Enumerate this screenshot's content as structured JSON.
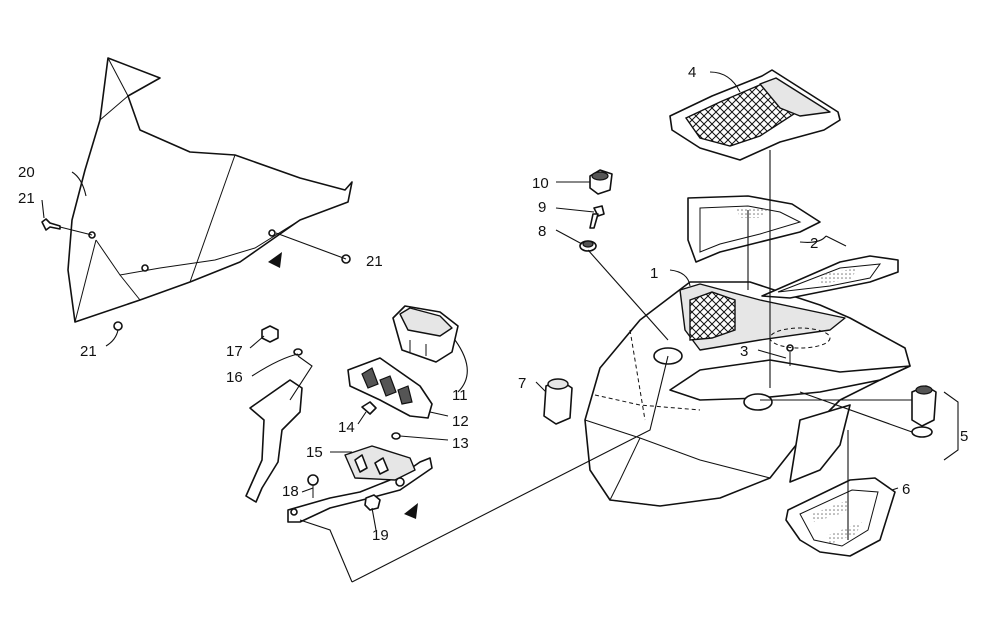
{
  "callouts": [
    {
      "id": "1",
      "text": "1"
    },
    {
      "id": "2",
      "text": "2"
    },
    {
      "id": "3",
      "text": "3"
    },
    {
      "id": "4",
      "text": "4"
    },
    {
      "id": "5",
      "text": "5"
    },
    {
      "id": "6",
      "text": "6"
    },
    {
      "id": "7",
      "text": "7"
    },
    {
      "id": "8",
      "text": "8"
    },
    {
      "id": "9",
      "text": "9"
    },
    {
      "id": "10",
      "text": "10"
    },
    {
      "id": "11",
      "text": "11"
    },
    {
      "id": "12",
      "text": "12"
    },
    {
      "id": "13",
      "text": "13"
    },
    {
      "id": "14",
      "text": "14"
    },
    {
      "id": "15",
      "text": "15"
    },
    {
      "id": "16",
      "text": "16"
    },
    {
      "id": "17",
      "text": "17"
    },
    {
      "id": "18",
      "text": "18"
    },
    {
      "id": "19",
      "text": "19"
    },
    {
      "id": "20",
      "text": "20"
    },
    {
      "id": "21a",
      "text": "21"
    },
    {
      "id": "21b",
      "text": "21"
    },
    {
      "id": "21c",
      "text": "21"
    }
  ]
}
